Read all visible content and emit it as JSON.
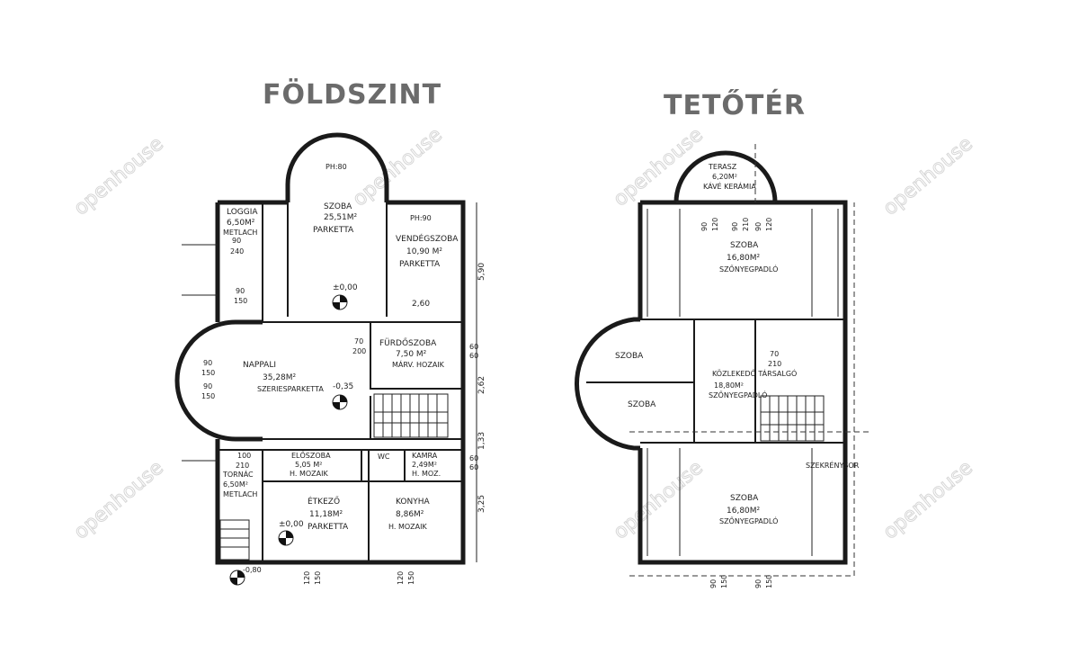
{
  "titles": {
    "ground": "FÖLDSZINT",
    "attic": "TETŐTÉR"
  },
  "watermark": "openhouse",
  "ground_labels": {
    "loggia": "LOGGIA",
    "loggia_area": "6,50M²",
    "loggia_floor": "METLACH",
    "szoba1": "SZOBA",
    "szoba1_area": "25,51M²",
    "szoba1_floor": "PARKETTA",
    "vendeg": "VENDÉGSZOBA",
    "vendeg_area": "10,90 M²",
    "vendeg_floor": "PARKETTA",
    "furdo": "FÜRDŐSZOBA",
    "furdo_area": "7,50 M²",
    "furdo_floor": "MÁRV. HOZAIK",
    "nappali": "NAPPALI",
    "nappali_area": "35,28M²",
    "nappali_floor": "SZERIESPARKETTA",
    "eloszoba": "ELŐSZOBA",
    "eloszoba_area": "5,05 M²",
    "eloszoba_floor": "H. MOZAIK",
    "wc": "WC",
    "kamra": "KAMRA",
    "kamra_area": "2,49M²",
    "kamra_floor": "H. MOZ.",
    "terasz": "TORNÁC",
    "terasz_area": "6,50M²",
    "terasz_floor": "METLACH",
    "etkezo": "ÉTKEZŐ",
    "etkezo_area": "11,18M²",
    "etkezo_floor": "PARKETTA",
    "konyha": "KONYHA",
    "konyha_area": "8,86M²",
    "konyha_floor": "H. MOZAIK",
    "level_0": "±0,00",
    "level_minus": "-0,35",
    "level_minus2": "-0,80",
    "ph90": "PH:90",
    "ph80": "PH:80"
  },
  "attic_labels": {
    "terasz": "TERASZ",
    "terasz_area": "6,20M²",
    "terasz_floor": "KÁVÉ KERÁMIA",
    "szoba_top": "SZOBA",
    "szoba_top_area": "16,80M²",
    "szoba_top_floor": "SZŐNYEGPADLÓ",
    "szoba_l1": "SZOBA",
    "szoba_l2": "SZOBA",
    "tarsalgo": "KÖZLEKEDŐ TÁRSALGÓ",
    "tarsalgo_area": "18,80M²",
    "tarsalgo_floor": "SZŐNYEGPADLÓ",
    "szoba_bot": "SZOBA",
    "szoba_bot_area": "16,80M²",
    "szoba_bot_floor": "SZŐNYEGPADLÓ",
    "szekreny": "SZEKRÉNYSOR"
  },
  "dims": {
    "d590": "5,90",
    "d262": "2,62",
    "d133": "1,33",
    "d325": "3,25",
    "d260": "2,60",
    "d60": "60",
    "d90": "90",
    "d150": "150",
    "d120": "120",
    "d240": "240",
    "d210": "210",
    "d200": "200",
    "d70": "70",
    "d100": "100"
  }
}
